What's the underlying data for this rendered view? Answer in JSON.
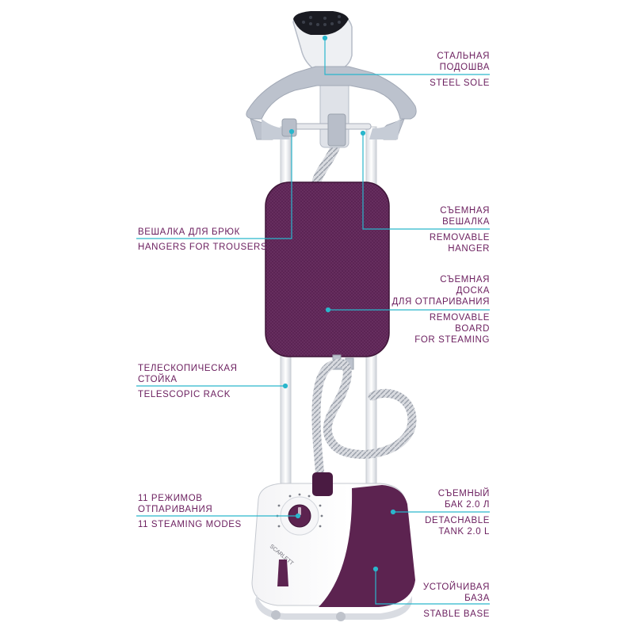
{
  "colors": {
    "label_text": "#6b1e5e",
    "leader_line": "#2ab6cc",
    "body_purple": "#5c2350",
    "board_purple": "#5a2352",
    "hanger_gray": "#b9bfcc",
    "pole_white": "#f1f2f4"
  },
  "brand": "SCARLETT",
  "callouts": [
    {
      "id": "steel-sole",
      "ru": [
        "СТАЛЬНАЯ",
        "ПОДОШВА"
      ],
      "en": [
        "STEEL SOLE"
      ]
    },
    {
      "id": "removable-hanger",
      "ru": [
        "СЪЕМНАЯ",
        "ВЕШАЛКА"
      ],
      "en": [
        "REMOVABLE",
        "HANGER"
      ]
    },
    {
      "id": "removable-board",
      "ru": [
        "СЪЕМНАЯ",
        "ДОСКА",
        "ДЛЯ ОТПАРИВАНИЯ"
      ],
      "en": [
        "REMOVABLE",
        "BOARD",
        "FOR STEAMING"
      ]
    },
    {
      "id": "detachable-tank",
      "ru": [
        "СЪЕМНЫЙ",
        "БАК 2.0 Л"
      ],
      "en": [
        "DETACHABLE",
        "TANK 2.0 L"
      ]
    },
    {
      "id": "stable-base",
      "ru": [
        "УСТОЙЧИВАЯ",
        "БАЗА"
      ],
      "en": [
        "STABLE BASE"
      ]
    },
    {
      "id": "trouser-hangers",
      "ru": [
        "ВЕШАЛКА ДЛЯ БРЮК"
      ],
      "en": [
        "HANGERS FOR TROUSERS"
      ]
    },
    {
      "id": "telescopic-rack",
      "ru": [
        "ТЕЛЕСКОПИЧЕСКАЯ",
        "СТОЙКА"
      ],
      "en": [
        "TELESCOPIC RACK"
      ]
    },
    {
      "id": "steaming-modes",
      "ru": [
        "11 РЕЖИМОВ",
        "ОТПАРИВАНИЯ"
      ],
      "en": [
        "11 STEAMING MODES"
      ]
    }
  ]
}
